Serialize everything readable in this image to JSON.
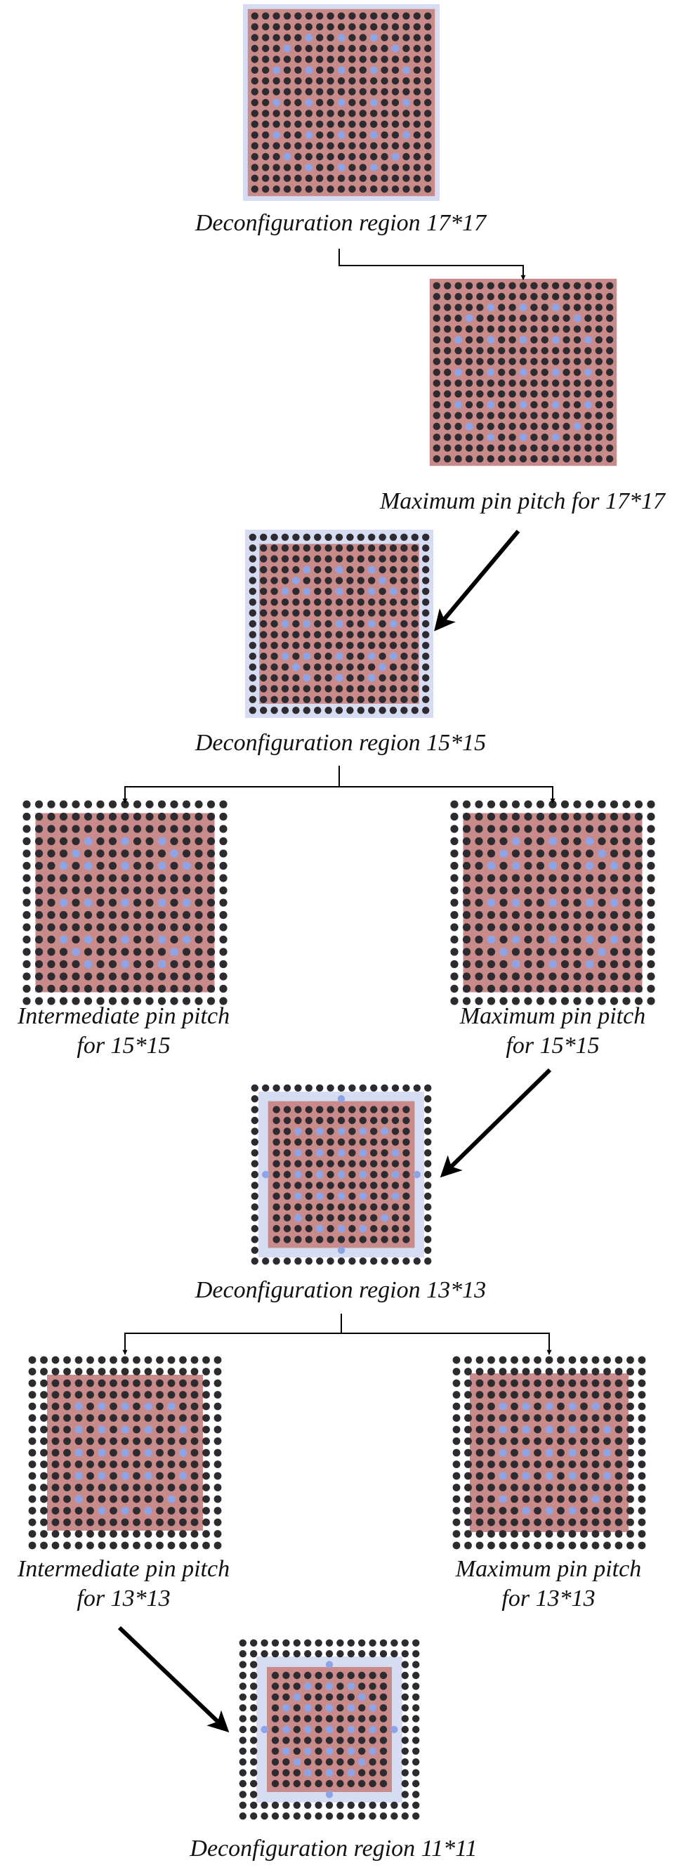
{
  "colors": {
    "background": "#ffffff",
    "fuel_region": "#c98a8a",
    "deconfiguration_border": "#d6dcf2",
    "fuel_pin": "#2e2b30",
    "guide_tube": "#8ea4e4",
    "arrow": "#000000"
  },
  "captions": {
    "region_17": "Deconfiguration region 17*17",
    "max_17": "Maximum pin pitch for 17*17",
    "region_15": "Deconfiguration region 15*15",
    "inter_15_line1": "Intermediate pin pitch",
    "inter_15_line2": "for 15*15",
    "max_15_line1": "Maximum pin pitch",
    "max_15_line2": "for 15*15",
    "region_13": "Deconfiguration region 13*13",
    "inter_13_line1": "Intermediate pin pitch",
    "inter_13_line2": "for 13*13",
    "max_13_line1": "Maximum pin pitch",
    "max_13_line2": "for 13*13",
    "region_11": "Deconfiguration region 11*11"
  },
  "assemblies": [
    {
      "id": "region-17",
      "lattice": "17x17",
      "variant": "deconfiguration region"
    },
    {
      "id": "max-17",
      "lattice": "17x17",
      "variant": "maximum pin pitch"
    },
    {
      "id": "region-15",
      "lattice": "15x15",
      "variant": "deconfiguration region"
    },
    {
      "id": "inter-15",
      "lattice": "15x15",
      "variant": "intermediate pin pitch"
    },
    {
      "id": "max-15",
      "lattice": "15x15",
      "variant": "maximum pin pitch"
    },
    {
      "id": "region-13",
      "lattice": "13x13",
      "variant": "deconfiguration region"
    },
    {
      "id": "inter-13",
      "lattice": "13x13",
      "variant": "intermediate pin pitch"
    },
    {
      "id": "max-13",
      "lattice": "13x13",
      "variant": "maximum pin pitch"
    },
    {
      "id": "region-11",
      "lattice": "11x11",
      "variant": "deconfiguration region"
    }
  ]
}
